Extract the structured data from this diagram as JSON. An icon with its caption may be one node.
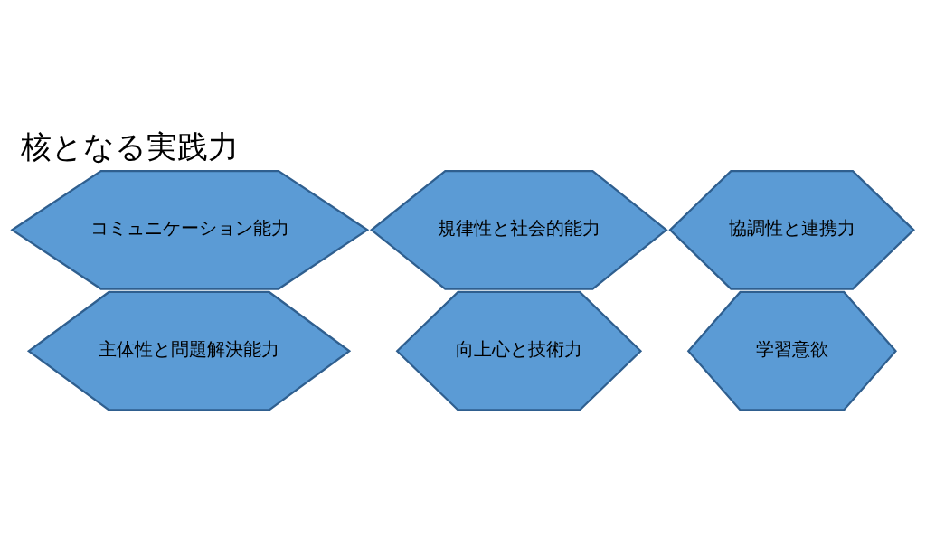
{
  "diagram": {
    "title": "核となる実践力",
    "nodes": [
      {
        "text": [
          "向上心と技術力"
        ]
      },
      {
        "text": [
          "協調性と連携力"
        ]
      },
      {
        "text": [
          "主体性と問題解決能力"
        ]
      },
      {
        "text": [
          "コミュニケーション能力"
        ]
      },
      {
        "text": [
          "学習意欲"
        ]
      },
      {
        "text": [
          "規律性と社会的能力"
        ]
      }
    ]
  }
}
